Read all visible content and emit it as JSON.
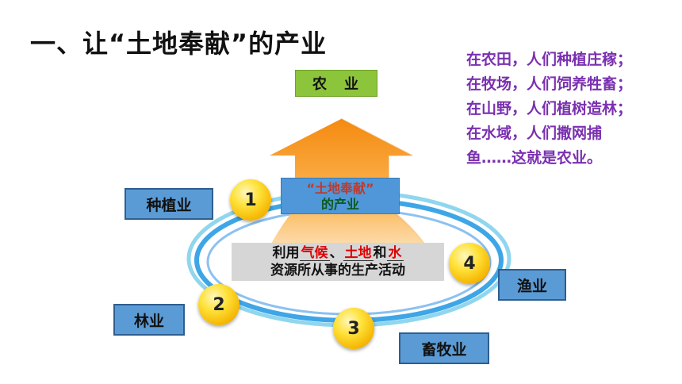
{
  "title": "一、让“土地奉献”的产业",
  "description_lines": [
    "在农田，人们种植庄稼；",
    "在牧场，人们饲养牲畜；",
    "在山野，人们植树造林；",
    "在水域，人们撒网捕",
    "鱼……这就是农业。"
  ],
  "top_box": "农　业",
  "arrow_label": {
    "line1": "“土地奉献”",
    "line2": "的产业"
  },
  "resource_box": {
    "prefix": "利用",
    "blank1": "气候",
    "sep1": "、",
    "blank2": "土地",
    "sep2": "和",
    "blank3": "水",
    "line2": "资源所从事的生产活动"
  },
  "circles": [
    "1",
    "2",
    "3",
    "4"
  ],
  "labels": {
    "planting": "种植业",
    "forestry": "林业",
    "animal": "畜牧业",
    "fishery": "渔业"
  },
  "colors": {
    "label_box": "#5b9bd5",
    "top_box": "#8cc43c",
    "description": "#7a30b0",
    "fill_in": "#e00000",
    "arrow": "#f59b24"
  }
}
